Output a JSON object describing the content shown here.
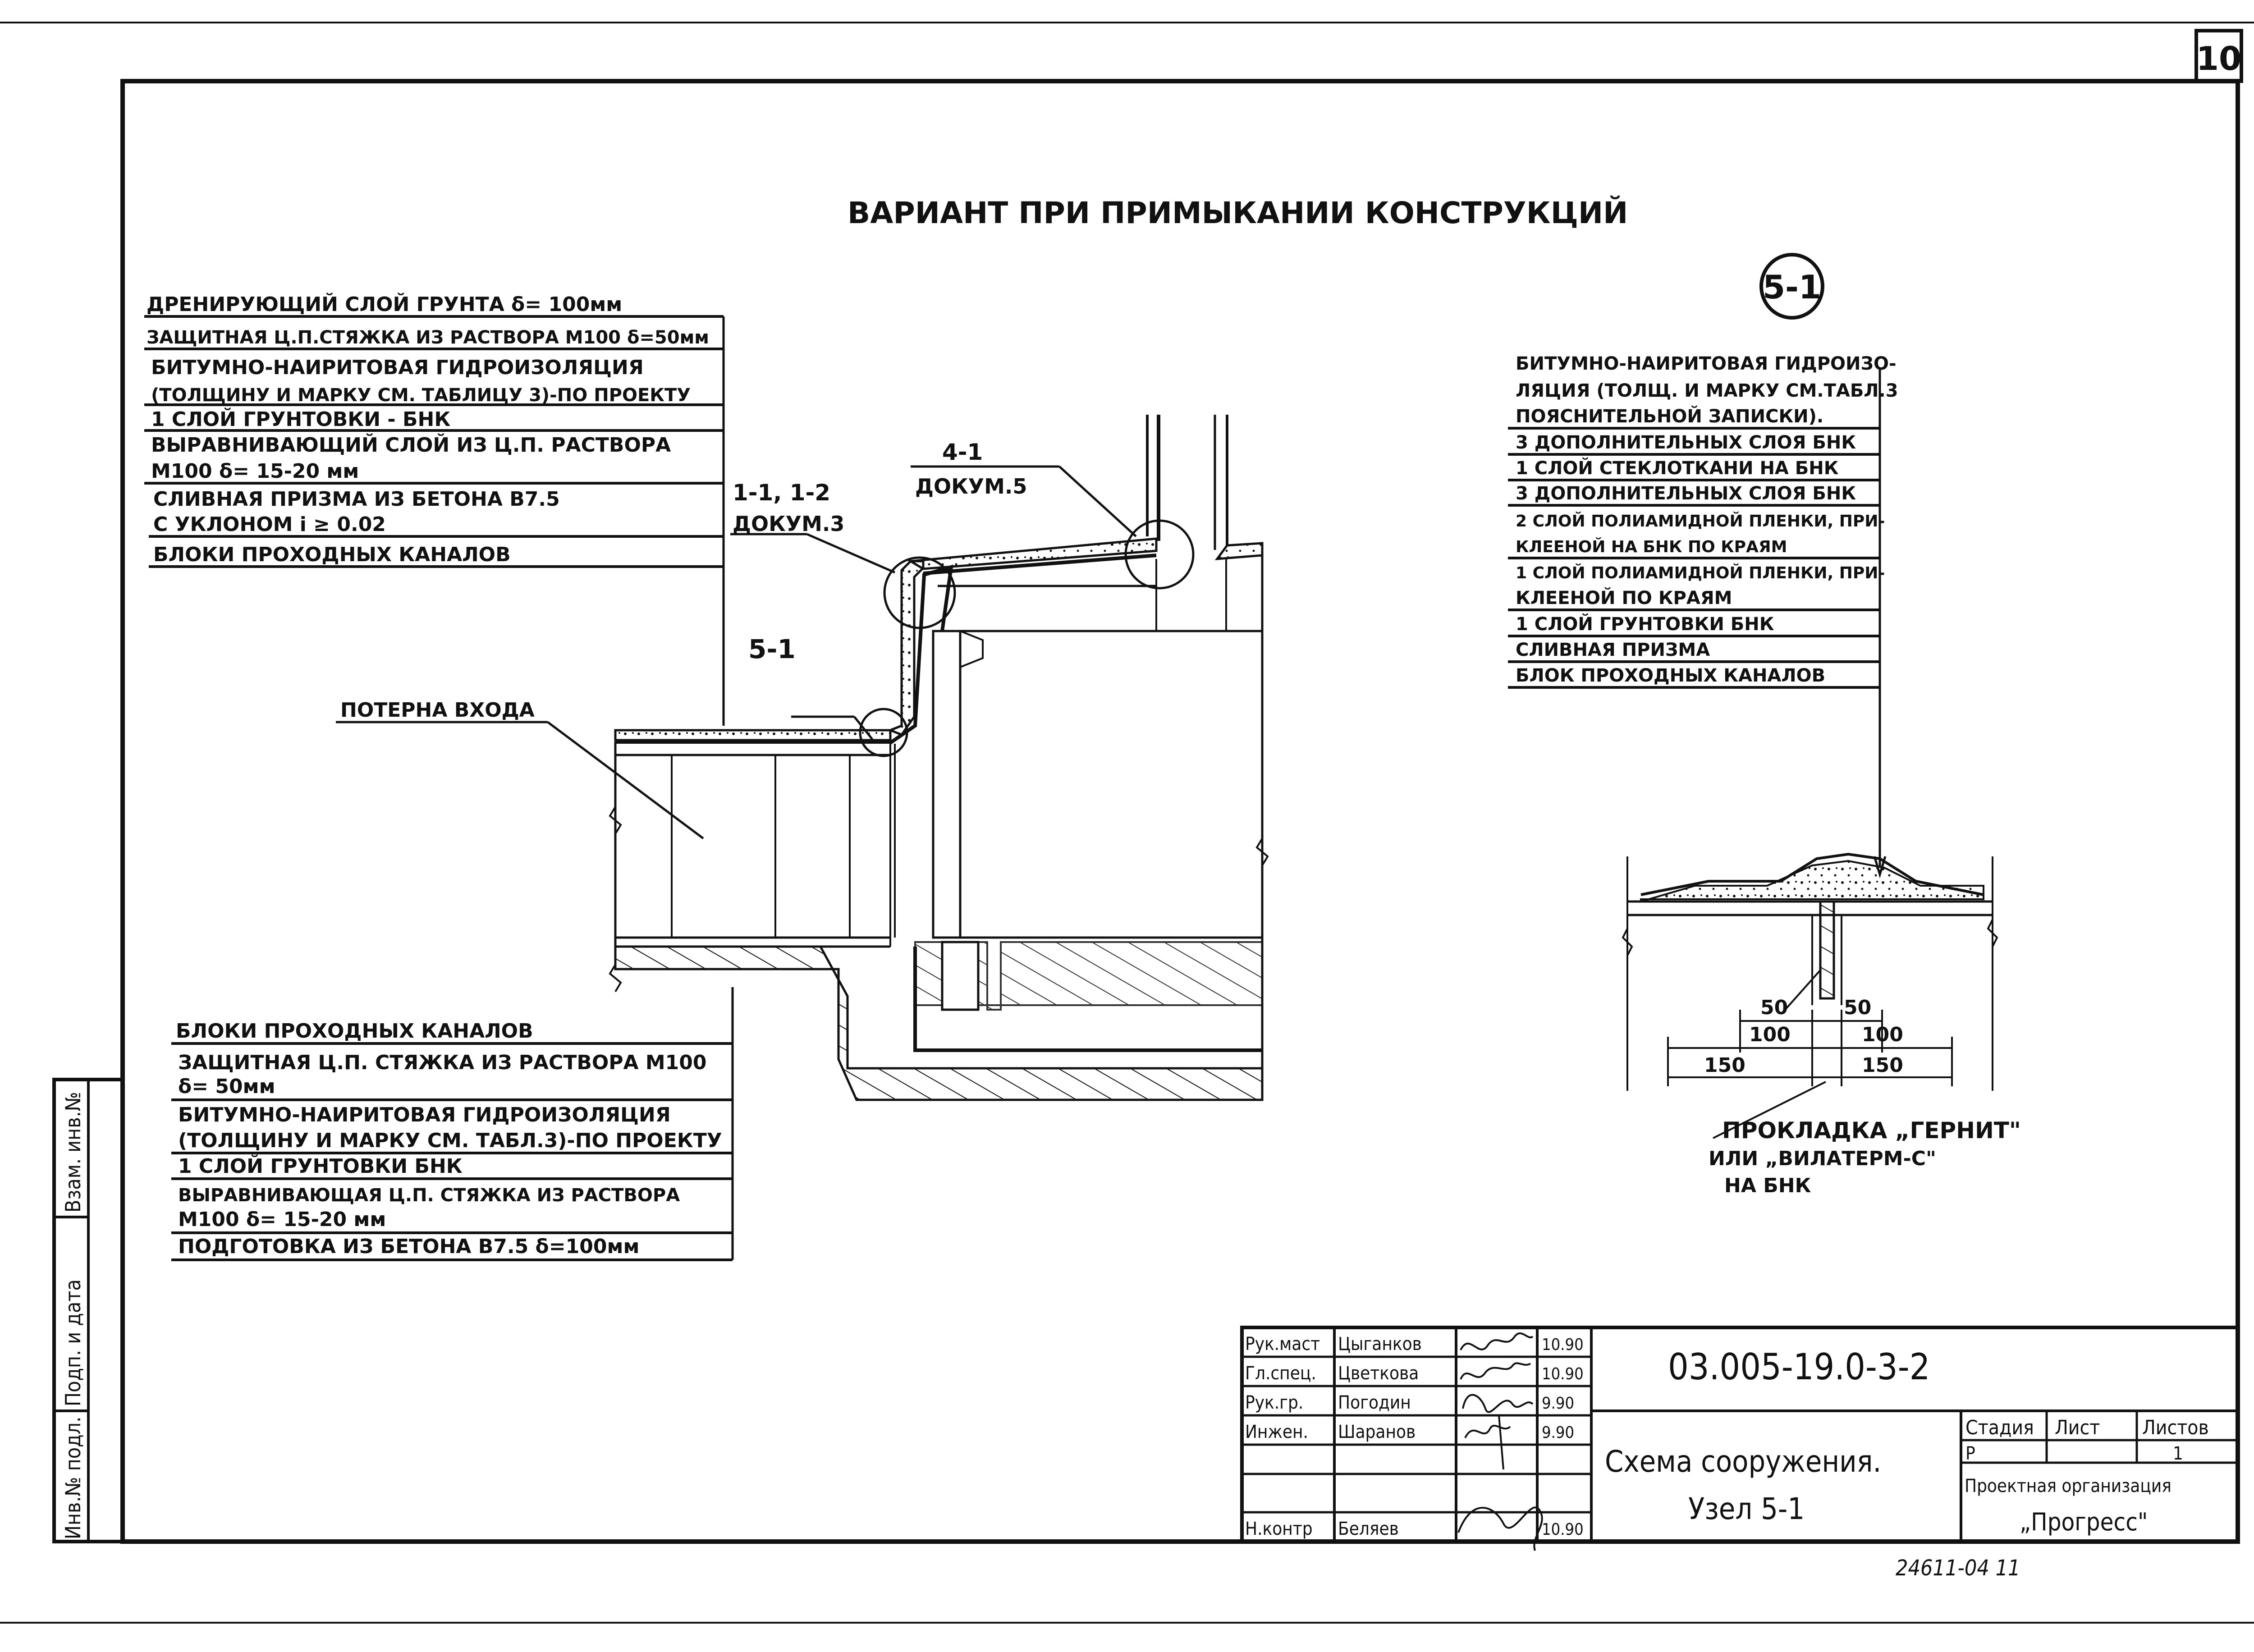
{
  "sheet_number": "10",
  "title": "ВАРИАНТ ПРИ ПРИМЫКАНИИ КОНСТРУКЦИЙ",
  "node_marker": "5-1",
  "top_left_layers": [
    "ДРЕНИРУЮЩИЙ СЛОЙ ГРУНТА δ= 100мм",
    "ЗАЩИТНАЯ Ц.П.СТЯЖКА ИЗ РАСТВОРА М100 δ=50мм",
    "БИТУМНО-НАИРИТОВАЯ ГИДРОИЗОЛЯЦИЯ",
    "(ТОЛЩИНУ И МАРКУ СМ. ТАБЛИЦУ 3)-ПО ПРОЕКТУ",
    "1 СЛОЙ ГРУНТОВКИ - БНК",
    "ВЫРАВНИВАЮЩИЙ СЛОЙ ИЗ Ц.П. РАСТВОРА",
    "М100 δ= 15-20 мм",
    "СЛИВНАЯ ПРИЗМА ИЗ БЕТОНА В7.5",
    "С УКЛОНОМ i ≥ 0.02",
    "БЛОКИ ПРОХОДНЫХ КАНАЛОВ"
  ],
  "bottom_left_layers": [
    "БЛОКИ ПРОХОДНЫХ КАНАЛОВ",
    "ЗАЩИТНАЯ Ц.П. СТЯЖКА ИЗ РАСТВОРА М100",
    "δ= 50мм",
    "БИТУМНО-НАИРИТОВАЯ ГИДРОИЗОЛЯЦИЯ",
    "(ТОЛЩИНУ И МАРКУ СМ. ТАБЛ.3)-ПО ПРОЕКТУ",
    "1 СЛОЙ ГРУНТОВКИ БНК",
    "ВЫРАВНИВАЮЩАЯ Ц.П. СТЯЖКА ИЗ РАСТВОРА",
    "М100 δ= 15-20 мм",
    "ПОДГОТОВКА ИЗ БЕТОНА В7.5 δ=100мм"
  ],
  "right_layers": [
    "БИТУМНО-НАИРИТОВАЯ ГИДРОИЗО-",
    "ЛЯЦИЯ (ТОЛЩ. И МАРКУ СМ.ТАБЛ.3",
    "ПОЯСНИТЕЛЬНОЙ ЗАПИСКИ).",
    "3 ДОПОЛНИТЕЛЬНЫХ СЛОЯ БНК",
    "1 СЛОЙ СТЕКЛОТКАНИ НА БНК",
    "3 ДОПОЛНИТЕЛЬНЫХ СЛОЯ БНК",
    "2 СЛОЙ ПОЛИАМИДНОЙ ПЛЕНКИ, ПРИ-",
    "КЛЕЕНОЙ НА БНК ПО КРАЯМ",
    "1 СЛОЙ ПОЛИАМИДНОЙ ПЛЕНКИ, ПРИ-",
    "КЛЕЕНОЙ ПО КРАЯМ",
    "1 СЛОЙ ГРУНТОВКИ БНК",
    "СЛИВНАЯ ПРИЗМА",
    "БЛОК ПРОХОДНЫХ КАНАЛОВ"
  ],
  "callouts": {
    "ref_4_1": "4-1",
    "ref_4_1_doc": "ДОКУМ.5",
    "ref_1_1": "1-1, 1-2",
    "ref_1_1_doc": "ДОКУМ.3",
    "ref_5_1": "5-1",
    "entrance": "ПОТЕРНА ВХОДА"
  },
  "dimensions": {
    "d50_left": "50",
    "d50_right": "50",
    "d100_left": "100",
    "d100_right": "100",
    "d150_left": "150",
    "d150_right": "150"
  },
  "gasket_note": [
    "ПРОКЛАДКА „ГЕРНИТ\"",
    "ИЛИ „ВИЛАТЕРМ-С\"",
    "НА БНК"
  ],
  "side_stamp": [
    "Инв.№ подл.",
    "Подп. и дата",
    "Взам. инв.№"
  ],
  "title_block": {
    "roles": [
      "Рук.маст",
      "Гл.спец.",
      "Рук.гр.",
      "Инжен.",
      "",
      "",
      "Н.контр"
    ],
    "names": [
      "Цыганков",
      "Цветкова",
      "Погодин",
      "Шаранов",
      "",
      "",
      "Беляев"
    ],
    "dates": [
      "10.90",
      "10.90",
      "9.90",
      "9.90",
      "",
      "",
      "10.90"
    ],
    "doc_code": "03.005-19.0-3-2",
    "description_1": "Схема сооружения.",
    "description_2": "Узел 5-1",
    "stage_header": "Стадия",
    "sheet_header": "Лист",
    "sheets_header": "Листов",
    "stage": "Р",
    "sheets_total": "1",
    "org_1": "Проектная организация",
    "org_2": "„Прогресс\""
  },
  "footer_code": "24611-04 11"
}
